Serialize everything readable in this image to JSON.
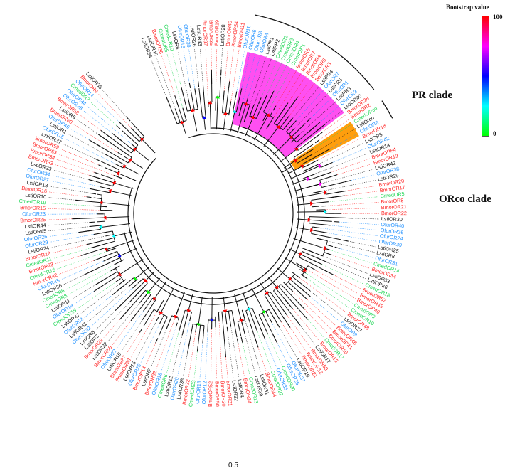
{
  "legend": {
    "title": "Bootstrap value",
    "max_label": "100",
    "min_label": "0",
    "colors": [
      "#ff0000",
      "#ff00ff",
      "#0000ff",
      "#00ffff",
      "#00ff00"
    ]
  },
  "clades": {
    "pr": "PR clade",
    "orco": "ORco clade"
  },
  "scale_label": "0.5",
  "species_colors": {
    "Bmor": "#ff2222",
    "Ofur": "#1e90ff",
    "Cmed": "#1fd655",
    "Lsti": "#111111"
  },
  "clade_colors": {
    "pr": "#ff3cf0",
    "orco": "#ff9900"
  },
  "leaves": [
    "LstiOR34",
    "LstiOR45",
    "BmorOR36",
    "CmedOR5",
    "CmedOR10",
    "LstiOR6",
    "OfurOR16",
    "OfurOR30",
    "LstiOR26",
    "LstiOR43",
    "BmorOR37",
    "BmorOR35",
    "BmorOR19",
    "LstiOR28",
    "BmorOR49",
    "BmorOR54",
    "BmorOR11",
    "OfurOR11",
    "OfurOR6",
    "OfurOR8",
    "OfurOR4",
    "LstiPR1",
    "LstiPR2",
    "CmedOR2",
    "CmedOR3",
    "CmedOR4",
    "CmedOR1",
    "BmorOR5",
    "BmorOR7",
    "BmorOR4",
    "BmorOR6",
    "BmorOR3",
    "LstiPR4",
    "OfurOR7",
    "LstiPR5",
    "OfurOR1",
    "LstiPR3",
    "OfurOR3",
    "LstiOR40",
    "BmorOR28",
    "BmorOR2",
    "CmedORco",
    "LstiOrco",
    "OfurOR2",
    "BmorOR18",
    "LstiOR5",
    "OfurOR42",
    "LstiOR14",
    "BmorOR64",
    "BmorOR19",
    "LstiOR42",
    "OfurOR38",
    "LstiOR29",
    "BmorOR20",
    "BmorOR17",
    "CmedOR5",
    "BmorOR8",
    "BmorOR21",
    "BmorOR22",
    "LstiOR30",
    "OfurOR40",
    "OfurOR36",
    "OfurOR24",
    "OfurOR39",
    "LstiOR25",
    "LstiOR8",
    "OfurOR31",
    "CmedOR14",
    "BmorOR34",
    "LstiOR33",
    "LstiOR46",
    "CmedOR18",
    "BmorOR57",
    "BmorOR45",
    "BmorOR40",
    "CmedOR9",
    "CmedOR19",
    "BmorOR48",
    "LstiOR27",
    "OfurOR9",
    "BmorOR46",
    "BmorOR41",
    "BmorOR10",
    "CmedOR17",
    "BmorOR13",
    "LstiOR17",
    "BmorOR50",
    "BmorOR12",
    "BmorOR21",
    "LstiOR16",
    "OfurOR37",
    "OfurOR25",
    "CmedOR20",
    "OfurOR36",
    "CmedOR22",
    "BmorOR44",
    "LstiOR31",
    "LstiOR39",
    "CmedOR13",
    "BmorOR24",
    "LstiOR4",
    "LstiOR32",
    "BmorOR31",
    "BmorOR30",
    "BmorOR50",
    "BmorOR52",
    "OfurOR12",
    "OfurOR13",
    "CmedOR23",
    "BmorOR32",
    "LstiOR38",
    "OfurOR20",
    "LstiOR12",
    "CmedOR6",
    "OfurOR18",
    "BmorOR32",
    "LstiOR2",
    "BmorOR14",
    "OfurOR26",
    "LstiOR15",
    "BmorOR53",
    "BmorOR27",
    "LstiOR16",
    "OfurOR22",
    "BmorOR56",
    "LstiOR22",
    "BmorOR29",
    "LstiOR3",
    "LstiOR6",
    "OfurOR32",
    "LstiOR41",
    "OfurOR52",
    "LstiOR47",
    "CmedOR15",
    "OfurOR19",
    "LstiOR11",
    "CmedOR8",
    "CmedOR6",
    "LstiOR36",
    "OfurOR45",
    "BmorOR42",
    "CmedOR16",
    "BmorOR23",
    "CmedOR11",
    "BmorOR22",
    "LstiOR24",
    "OfurOR29",
    "OfurOR26",
    "LstiOR45",
    "LstiOR44",
    "BmorOR25",
    "OfurOR23",
    "BmorOR15",
    "CmedOR19",
    "LstiOR10",
    "BmorOR16",
    "LstiOR18",
    "OfurOR27",
    "OfurOR34",
    "LstiOR23",
    "BmorOR33",
    "BmorOR34",
    "BmorOR63",
    "BmorOR59",
    "LstiOR37",
    "OfurOR15",
    "LstiOR1",
    "OfurOR46",
    "BmorOR60",
    "LstiOR9",
    "BmorOR58",
    "OfurOR28",
    "OfurOR44",
    "CmedOR7",
    "OfurOR14",
    "BmorOR9",
    "LstiOR35"
  ]
}
